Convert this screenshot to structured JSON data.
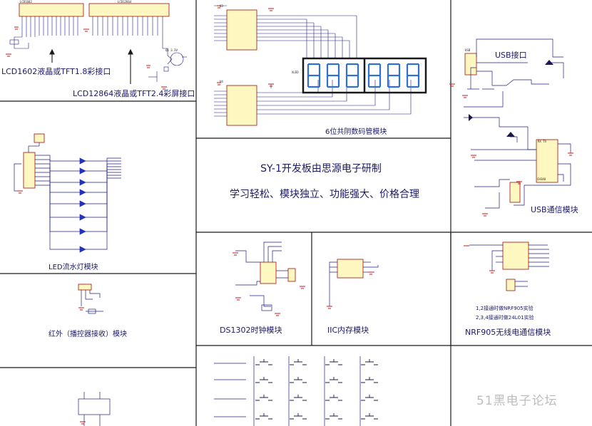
{
  "header": {
    "title": "SY-1开发板由思源电子研制",
    "tagline": "学习轻松、模块独立、功能强大、价格合理"
  },
  "captions": {
    "lcd1602": "LCD1602液晶或TFT1.8彩接口",
    "lcd12864": "LCD12864液晶或TFT2.4彩屏接口",
    "seg7": "6位共阴数码管模块",
    "usb_port": "USB接口",
    "usb_comm": "USB通信模块",
    "led_flow": "LED流水灯模块",
    "ir": "红外（播控器接收）模块",
    "ds1302": "DS1302时钟模块",
    "iic": "IIC内存模块",
    "nrf905": "NRF905无线电通信模块",
    "nrf_note1": "1,2接通时做NRF905实验",
    "nrf_note2": "2,3,4接通时做24L01实验"
  },
  "watermark": "51黑电子论坛",
  "colors": {
    "wire": "#1f1f8c",
    "border": "#1a1a1a",
    "ground": "#c41a1a",
    "chip_fill": "#fff7c0",
    "chip_border": "#a01010",
    "segment": "#2f6fd6",
    "led": "#2233bb",
    "text": "#1a1a6a"
  },
  "modules": [
    {
      "id": "lcd",
      "name": "lcd-interface-module"
    },
    {
      "id": "seg7",
      "name": "seven-segment-module"
    },
    {
      "id": "usb",
      "name": "usb-comm-module"
    },
    {
      "id": "led",
      "name": "led-flow-module"
    },
    {
      "id": "ir",
      "name": "ir-receiver-module"
    },
    {
      "id": "ds1302",
      "name": "ds1302-clock-module"
    },
    {
      "id": "iic",
      "name": "iic-memory-module"
    },
    {
      "id": "nrf905",
      "name": "nrf905-module"
    },
    {
      "id": "keys",
      "name": "key-matrix-module"
    }
  ]
}
